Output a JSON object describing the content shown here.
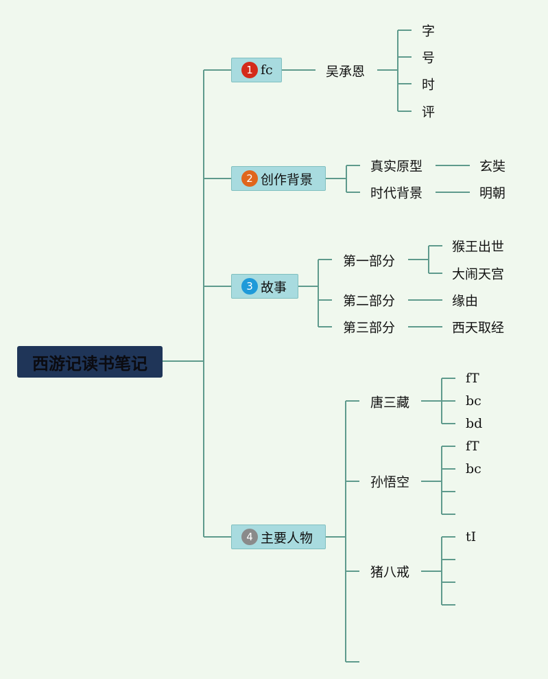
{
  "root": {
    "label": "西游记读书笔记",
    "bg": "#1f3558"
  },
  "topics": [
    {
      "num": "1",
      "label": "fc",
      "badge_color": "#d42a1a",
      "children": [
        {
          "label": "吴承恩",
          "children": [
            "字",
            "号",
            "时",
            "评"
          ]
        }
      ]
    },
    {
      "num": "2",
      "label": "创作背景",
      "badge_color": "#e0661c",
      "children": [
        {
          "label": "真实原型",
          "children": [
            "玄奘"
          ]
        },
        {
          "label": "时代背景",
          "children": [
            "明朝"
          ]
        }
      ]
    },
    {
      "num": "3",
      "label": "故事",
      "badge_color": "#1f9ad9",
      "children": [
        {
          "label": "第一部分",
          "children": [
            "猴王出世",
            "大闹天宫"
          ]
        },
        {
          "label": "第二部分",
          "children": [
            "缘由"
          ]
        },
        {
          "label": "第三部分",
          "children": [
            "西天取经"
          ]
        }
      ]
    },
    {
      "num": "4",
      "label": "主要人物",
      "badge_color": "#8a8a8a",
      "children": [
        {
          "label": "唐三藏",
          "children": [
            "fT",
            "bc",
            "bd"
          ]
        },
        {
          "label": "孙悟空",
          "children": [
            "fT",
            "bc",
            "",
            ""
          ]
        },
        {
          "label": "猪八戒",
          "children": [
            "tI",
            "",
            "",
            ""
          ]
        },
        {
          "label": "",
          "children": []
        }
      ]
    }
  ],
  "line_color": "#5e9a8c"
}
